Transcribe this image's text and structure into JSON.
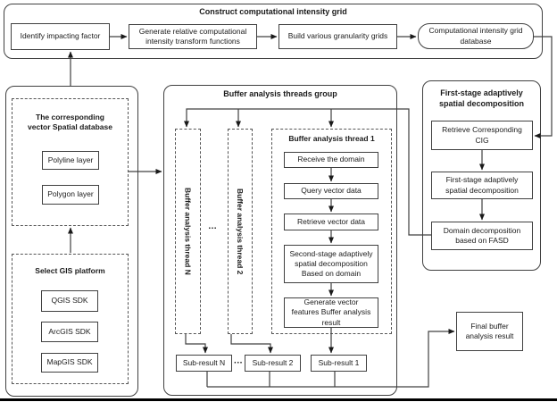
{
  "figure": {
    "top_group": {
      "title": "Construct computational intensity grid",
      "identify": "Identify impacting factor",
      "generate_lines": [
        "Generate relative computational",
        "intensity transform functions"
      ],
      "build": "Build various granularity grids",
      "database_lines": [
        "Computational intensity grid",
        "database"
      ]
    },
    "vector_group": {
      "title_lines": [
        "The corresponding",
        "vector Spatial database"
      ],
      "polyline": "Polyline layer",
      "polygon": "Polygon layer"
    },
    "gis_group": {
      "title": "Select GIS platform",
      "qgis": "QGIS SDK",
      "arcgis": "ArcGIS SDK",
      "mapgis": "MapGIS SDK"
    },
    "threads_group": {
      "title": "Buffer analysis threads group",
      "thread_n_label": "Buffer analysis thread N",
      "ellipsis_threads": "…",
      "thread_2_label": "Buffer analysis thread 2",
      "thread_1_title": "Buffer analysis thread 1",
      "step_receive": "Receive the domain",
      "step_query": "Query vector data",
      "step_retrieve": "Retrieve vector data",
      "step_second_lines": [
        "Second-stage adaptively",
        "spatial decomposition",
        "Based on domain"
      ],
      "step_generate_lines": [
        "Generate vector",
        "features Buffer analysis",
        "result"
      ],
      "sub_n": "Sub-result N",
      "ellipsis_subs": "···",
      "sub_2": "Sub-result 2",
      "sub_1": "Sub-result 1"
    },
    "fasd_group": {
      "title_lines": [
        "First-stage adaptively",
        "spatial decomposition"
      ],
      "retrieve_lines": [
        "Retrieve Corresponding",
        "CIG"
      ],
      "first_stage_lines": [
        "First-stage adaptively",
        "spatial decomposition"
      ],
      "domain_lines": [
        "Domain decomposition",
        "based on FASD"
      ]
    },
    "final_result_lines": [
      "Final buffer",
      "analysis result"
    ],
    "colors": {
      "stroke": "#404040",
      "text": "#1a1a1a",
      "bottom_bar": "#000000"
    }
  }
}
